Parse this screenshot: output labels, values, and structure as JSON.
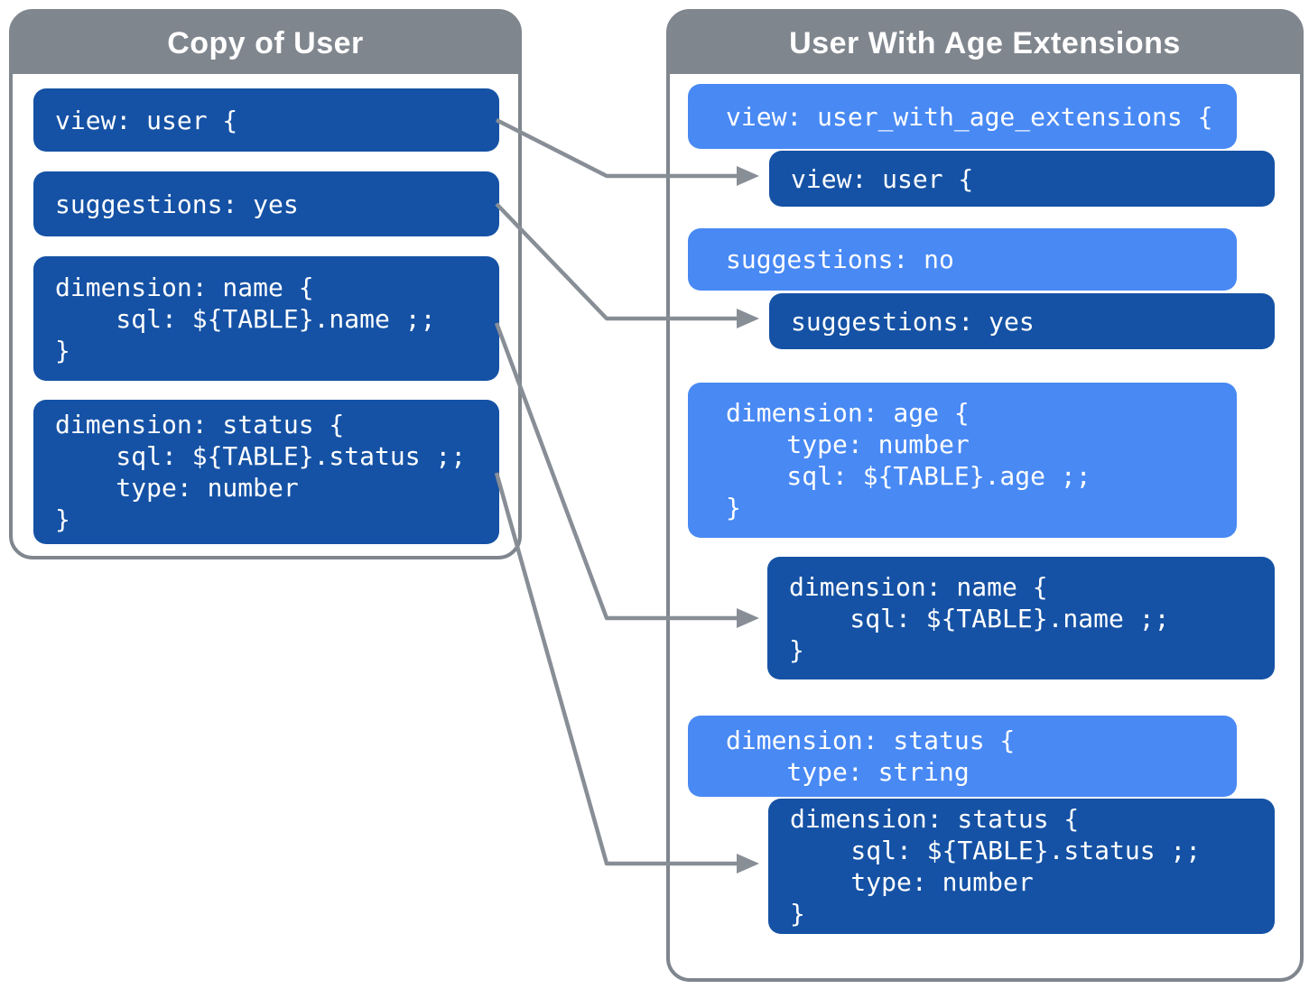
{
  "diagram": {
    "colors": {
      "panel_gray": "#80868E",
      "arrow_gray": "#888E96",
      "dark_blue": "#1552A5",
      "light_blue": "#4889F4",
      "text_white": "#FFFFFF"
    },
    "left_panel": {
      "title": "Copy of User",
      "boxes": [
        {
          "id": "view-user",
          "style": "dark",
          "code": "view: user {"
        },
        {
          "id": "suggestions-yes",
          "style": "dark",
          "code": "suggestions: yes"
        },
        {
          "id": "dimension-name",
          "style": "dark",
          "code": "dimension: name {\n    sql: ${TABLE}.name ;;\n}"
        },
        {
          "id": "dimension-status",
          "style": "dark",
          "code": "dimension: status {\n    sql: ${TABLE}.status ;;\n    type: number\n}"
        }
      ]
    },
    "right_panel": {
      "title": "User With Age Extensions",
      "boxes": [
        {
          "id": "ext-view",
          "style": "light",
          "code": "view: user_with_age_extensions {"
        },
        {
          "id": "inherited-view",
          "style": "dark",
          "code": "view: user {"
        },
        {
          "id": "ext-suggestions",
          "style": "light",
          "code": "suggestions: no"
        },
        {
          "id": "inherited-suggestions",
          "style": "dark",
          "code": "suggestions: yes"
        },
        {
          "id": "ext-dimension-age",
          "style": "light",
          "code": "dimension: age {\n    type: number\n    sql: ${TABLE}.age ;;\n}"
        },
        {
          "id": "inherited-dimension-name",
          "style": "dark",
          "code": "dimension: name {\n    sql: ${TABLE}.name ;;\n}"
        },
        {
          "id": "ext-dimension-status",
          "style": "light",
          "code": "dimension: status {\n    type: string"
        },
        {
          "id": "inherited-dimension-status",
          "style": "dark",
          "code": "dimension: status {\n    sql: ${TABLE}.status ;;\n    type: number\n}"
        }
      ]
    },
    "arrows": [
      {
        "from": "view: user { (Copy of User)",
        "to": "view: user { (inherited)"
      },
      {
        "from": "suggestions: yes (Copy of User)",
        "to": "suggestions: yes (inherited)"
      },
      {
        "from": "dimension: name (Copy of User)",
        "to": "dimension: name (inherited)"
      },
      {
        "from": "dimension: status (Copy of User)",
        "to": "dimension: status (inherited)"
      }
    ]
  }
}
